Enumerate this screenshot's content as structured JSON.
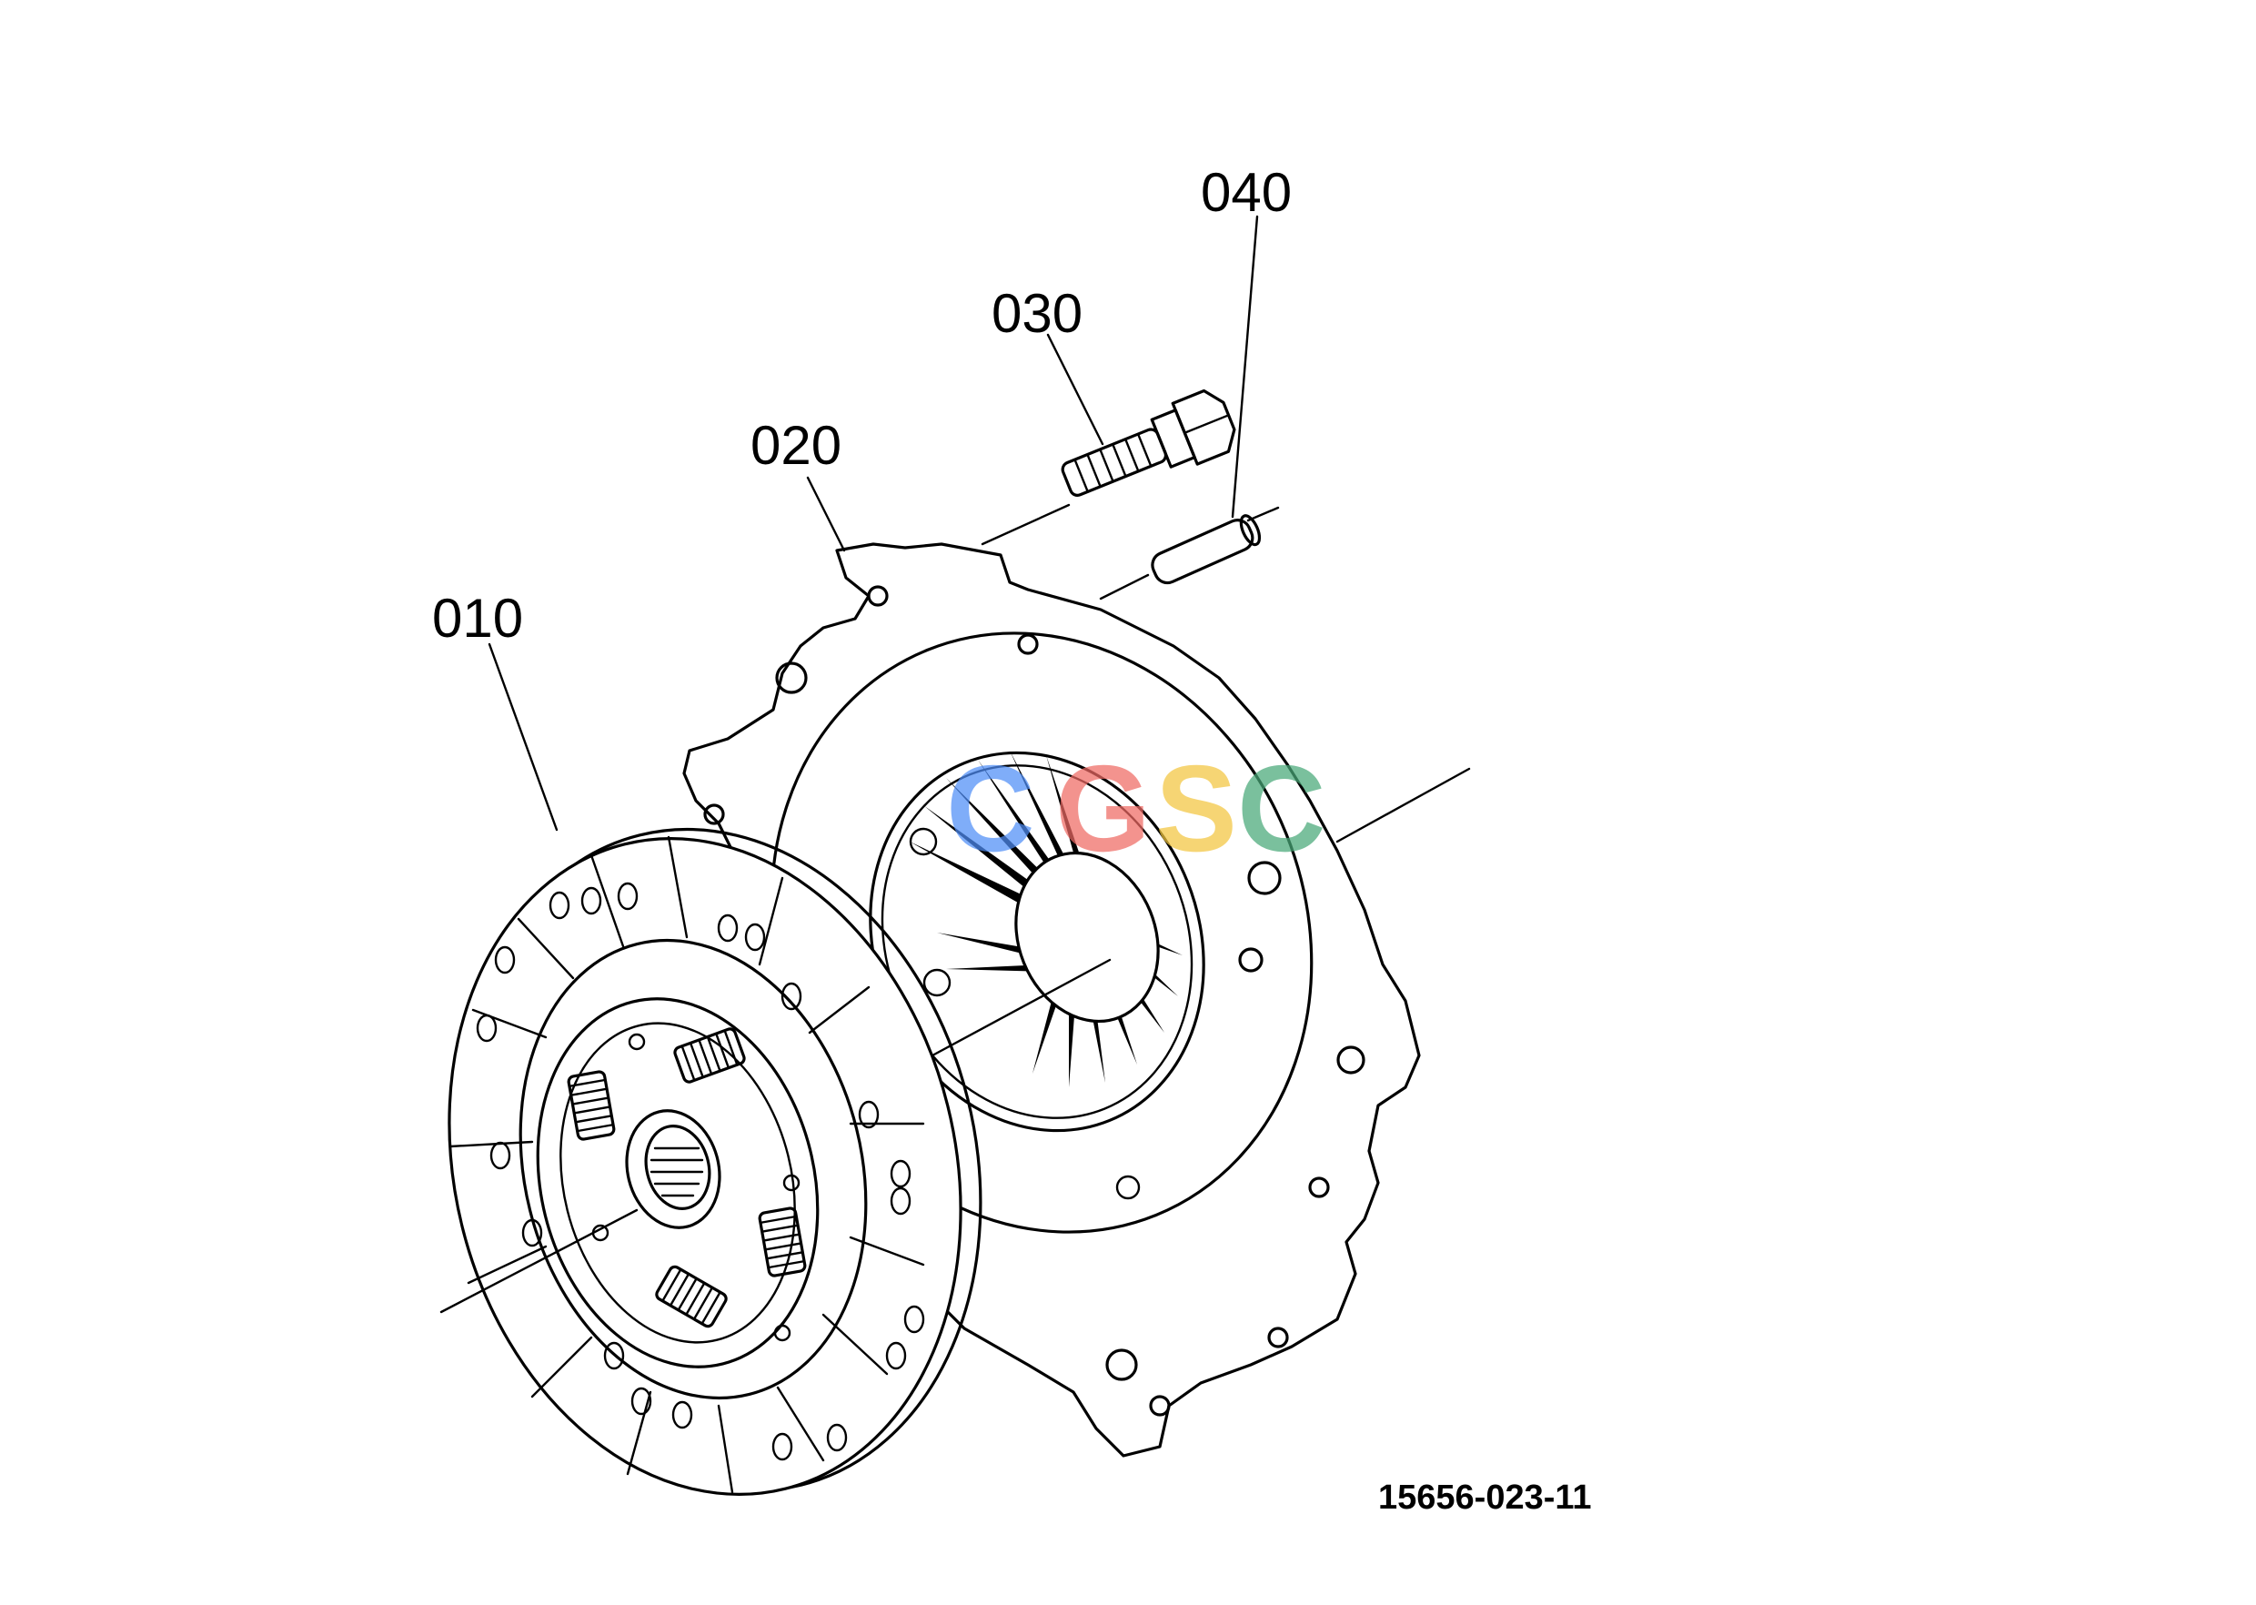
{
  "callouts": {
    "disc": "010",
    "cover": "020",
    "bolt": "030",
    "pin": "040"
  },
  "figure_id": "15656-023-11",
  "watermark": {
    "letters": [
      "C",
      "G",
      "S",
      "C"
    ],
    "colors": [
      "#4f8ef7",
      "#ef6a64",
      "#f3c63f",
      "#48a878"
    ]
  }
}
